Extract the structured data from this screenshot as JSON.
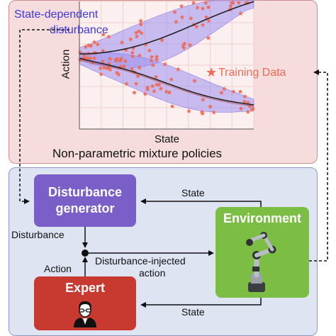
{
  "top_panel": {
    "annotation": "State-dependent disturbance",
    "annotation_line1": "State-dependent",
    "annotation_line2": "disturbance",
    "legend_marker": "★",
    "legend_label": "Training Data",
    "y_axis_label": "Action",
    "x_axis_label": "State",
    "caption": "Non-parametric mixture policies"
  },
  "bottom_panel": {
    "disturbance_generator": {
      "line1": "Disturbance",
      "line2": "generator",
      "color": "#7b5fc9"
    },
    "environment": {
      "label": "Environment",
      "color": "#7cbd44"
    },
    "expert": {
      "label": "Expert",
      "color": "#c8392f"
    }
  },
  "edges": {
    "state_to_generator": "State",
    "generator_out": "Disturbance",
    "expert_out": "Action",
    "injected_line1": "Disturbance-injected",
    "injected_line2": "action",
    "state_to_expert": "State"
  },
  "colors": {
    "top_panel_bg": "#f6dcdc",
    "bottom_panel_bg": "#dfe4f3",
    "band": "#9d8ff0",
    "stars": "#ee6b57",
    "mean_line": "#222222"
  },
  "icons": {
    "expert": "person-with-glasses-icon",
    "environment": "robot-arm-icon"
  }
}
